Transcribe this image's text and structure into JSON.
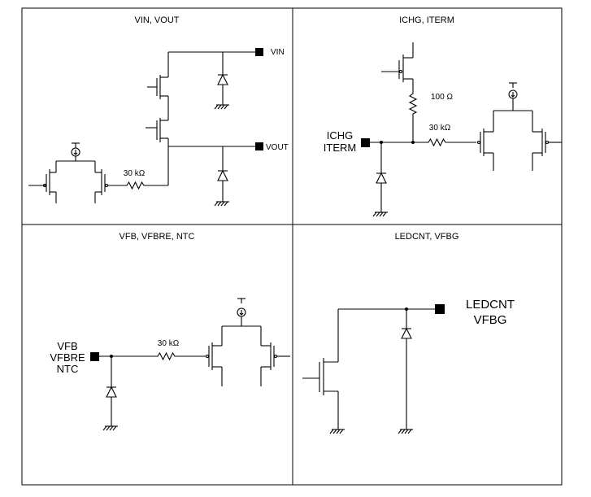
{
  "panels": {
    "vin_vout": {
      "title": "VIN, VOUT",
      "pin_vin": "VIN",
      "pin_vout": "VOUT",
      "resistor": "30 kΩ"
    },
    "ichg_iterm": {
      "title": "ICHG, ITERM",
      "pin_line1": "ICHG",
      "pin_line2": "ITERM",
      "resistor_top": "100 Ω",
      "resistor_series": "30 kΩ"
    },
    "vfb_vfbre_ntc": {
      "title": "VFB, VFBRE, NTC",
      "pin_line1": "VFB",
      "pin_line2": "VFBRE",
      "pin_line3": "NTC",
      "resistor": "30 kΩ"
    },
    "ledcnt_vfbg": {
      "title": "LEDCNT, VFBG",
      "pin_line1": "LEDCNT",
      "pin_line2": "VFBG"
    }
  }
}
